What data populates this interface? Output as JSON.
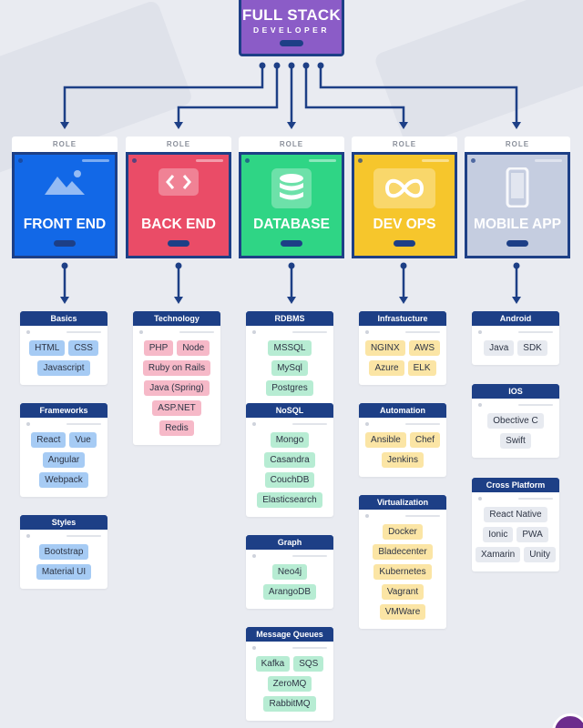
{
  "top": {
    "title": "FULL STACK",
    "subtitle": "DEVELOPER"
  },
  "role_tab": "ROLE",
  "roles": [
    {
      "name": "FRONT END",
      "color": "#1268e7",
      "icon": "image-mountain-icon"
    },
    {
      "name": "BACK END",
      "color": "#ea4c67",
      "icon": "code-brackets-icon"
    },
    {
      "name": "DATABASE",
      "color": "#2fd585",
      "icon": "database-icon"
    },
    {
      "name": "DEV OPS",
      "color": "#f6c62c",
      "icon": "infinity-loop-icon"
    },
    {
      "name": "MOBILE APP",
      "color": "#c5cde0",
      "icon": "smartphone-icon"
    }
  ],
  "columns": [
    [
      {
        "title": "Basics",
        "chips": [
          "HTML",
          "CSS",
          "Javascript"
        ]
      },
      {
        "title": "Frameworks",
        "chips": [
          "React",
          "Vue",
          "Angular",
          "Webpack"
        ]
      },
      {
        "title": "Styles",
        "chips": [
          "Bootstrap",
          "Material UI"
        ]
      }
    ],
    [
      {
        "title": "Technology",
        "chips": [
          "PHP",
          "Node",
          "Ruby on Rails",
          "Java (Spring)",
          "ASP.NET",
          "Redis"
        ]
      }
    ],
    [
      {
        "title": "RDBMS",
        "chips": [
          "MSSQL",
          "MySql",
          "Postgres"
        ]
      },
      {
        "title": "NoSQL",
        "chips": [
          "Mongo",
          "Casandra",
          "CouchDB",
          "Elasticsearch"
        ]
      },
      {
        "title": "Graph",
        "chips": [
          "Neo4j",
          "ArangoDB"
        ]
      },
      {
        "title": "Message Queues",
        "chips": [
          "Kafka",
          "SQS",
          "ZeroMQ",
          "RabbitMQ"
        ]
      }
    ],
    [
      {
        "title": "Infrastucture",
        "chips": [
          "NGINX",
          "AWS",
          "Azure",
          "ELK"
        ]
      },
      {
        "title": "Automation",
        "chips": [
          "Ansible",
          "Chef",
          "Jenkins"
        ]
      },
      {
        "title": "Virtualization",
        "chips": [
          "Docker",
          "Bladecenter",
          "Kubernetes",
          "Vagrant",
          "VMWare"
        ]
      }
    ],
    [
      {
        "title": "Android",
        "chips": [
          "Java",
          "SDK"
        ]
      },
      {
        "title": "IOS",
        "chips": [
          "Obective C",
          "Swift"
        ]
      },
      {
        "title": "Cross Platform",
        "chips": [
          "React Native",
          "Ionic",
          "PWA",
          "Xamarin",
          "Unity"
        ]
      }
    ]
  ],
  "chip_colors": [
    "c-blue",
    "c-pink",
    "c-green",
    "c-yellow",
    "c-gray"
  ]
}
